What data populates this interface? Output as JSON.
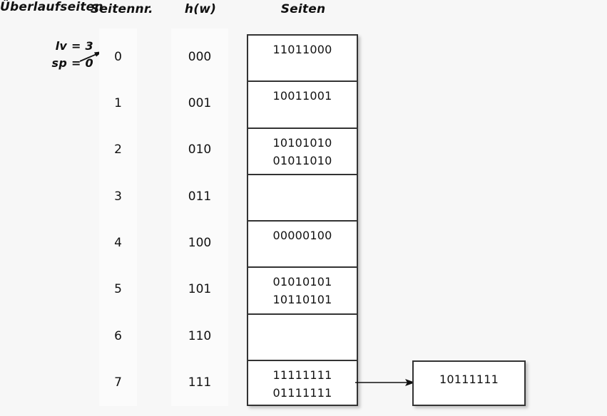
{
  "headers": {
    "seitennr": "Seitennr.",
    "hw": "h(w)",
    "seiten": "Seiten",
    "ueberlaufseiten": "Überlaufseiten"
  },
  "annotation": {
    "lv": "lv = 3",
    "sp": "sp = 0",
    "arrow_icon": "arrow-right-icon"
  },
  "rows": [
    {
      "seitennr": "0",
      "hw": "000",
      "page_lines": [
        "11011000"
      ]
    },
    {
      "seitennr": "1",
      "hw": "001",
      "page_lines": [
        "10011001"
      ]
    },
    {
      "seitennr": "2",
      "hw": "010",
      "page_lines": [
        "10101010",
        "01011010"
      ]
    },
    {
      "seitennr": "3",
      "hw": "011",
      "page_lines": []
    },
    {
      "seitennr": "4",
      "hw": "100",
      "page_lines": [
        "00000100"
      ]
    },
    {
      "seitennr": "5",
      "hw": "101",
      "page_lines": [
        "01010101",
        "10110101"
      ]
    },
    {
      "seitennr": "6",
      "hw": "110",
      "page_lines": []
    },
    {
      "seitennr": "7",
      "hw": "111",
      "page_lines": [
        "11111111",
        "01111111"
      ]
    }
  ],
  "overflow": {
    "value": "10111111",
    "from_row_index": 7,
    "connector_icon": "arrow-right-icon"
  },
  "colors": {
    "background": "#f7f7f7",
    "column_strip": "#fbfbfb",
    "box_fill": "#ffffff",
    "box_border": "#333333",
    "text": "#111111"
  }
}
